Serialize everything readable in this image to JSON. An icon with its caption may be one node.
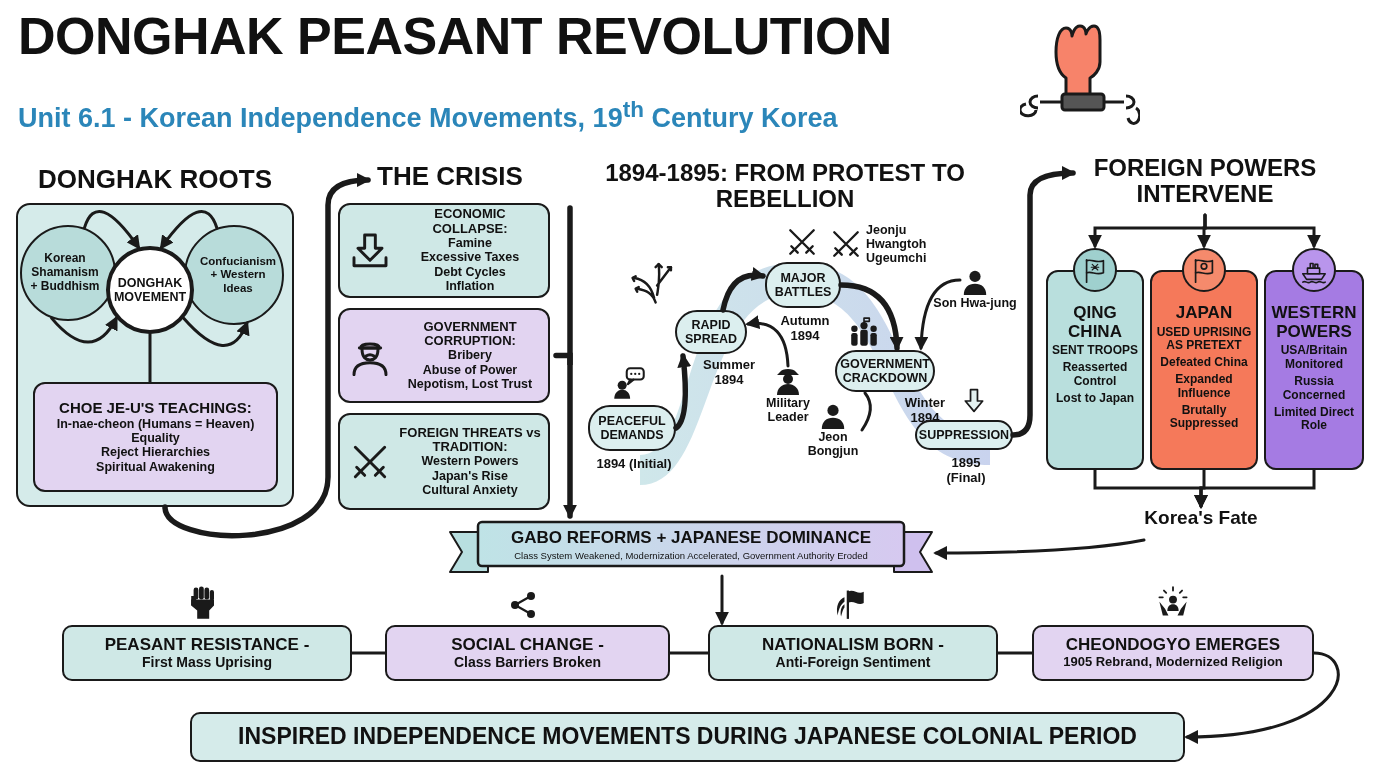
{
  "diagram": {
    "title": "DONGHAK PEASANT REVOLUTION",
    "nodes": [
      {
        "text": [
          "DONGHAK ROOTS"
        ]
      },
      {
        "text": [
          "Korean Shamanism + Buddhism"
        ],
        "in": 0
      },
      {
        "text": [
          "Confucianism + Western Ideas"
        ],
        "in": 0
      },
      {
        "text": [
          "DONGHAK MOVEMENT"
        ],
        "in": 0
      },
      {
        "text": [
          "CHOE JE-U'S TEACHINGS:",
          "In-nae-cheon (Humans = Heaven)",
          "Equality",
          "Reject Hierarchies",
          "Spiritual Awakening"
        ],
        "in": 0
      },
      {
        "text": [
          "THE CRISIS"
        ]
      },
      {
        "text": [
          "ECONOMIC COLLAPSE:",
          "Famine",
          "Excessive Taxes",
          "Debt Cycles",
          "Inflation"
        ]
      },
      {
        "text": [
          "GOVERNMENT CORRUPTION:",
          "Bribery",
          "Abuse of Power",
          "Nepotism, Lost Trust"
        ]
      },
      {
        "text": [
          "FOREIGN THREATS vs TRADITION:",
          "Western Powers",
          "Japan's Rise",
          "Cultural Anxiety"
        ]
      },
      {
        "text": [
          "PEACEFUL DEMANDS"
        ],
        "beside": [
          "1894 (Initial)"
        ]
      },
      {
        "text": [
          "RAPID SPREAD"
        ],
        "beside": [
          "Summer 1894"
        ]
      },
      {
        "text": [
          "MAJOR BATTLES"
        ],
        "beside": [
          "Autumn 1894"
        ]
      },
      {
        "text": [
          "GOVERNMENT CRACKDOWN"
        ],
        "beside": [
          "Winter 1894"
        ]
      },
      {
        "text": [
          "SUPPRESSION"
        ],
        "beside": [
          "1895 (Final)"
        ]
      },
      {
        "text": [
          "Military Leader"
        ]
      },
      {
        "text": [
          "Son Hwa-jung"
        ]
      },
      {
        "text": [
          "Jeon Bongjun"
        ]
      },
      {
        "text": [
          "FOREIGN POWERS INTERVENE"
        ]
      },
      {
        "text": [
          "QING CHINA",
          "SENT TROOPS",
          "Reasserted Control",
          "Lost to Japan"
        ]
      },
      {
        "text": [
          "JAPAN",
          "USED UPRISING AS PRETEXT",
          "Defeated China",
          "Expanded Influence",
          "Brutally Suppressed"
        ]
      },
      {
        "text": [
          "WESTERN POWERS",
          "USA/Britain Monitored",
          "Russia Concerned",
          "Limited Direct Role"
        ]
      },
      {
        "text": [
          "Korea's Fate"
        ]
      },
      {
        "text": [
          "GABO REFORMS + JAPANESE DOMINANCE",
          "Class System Weakened, Modernization Accelerated, Government Authority Eroded"
        ]
      },
      {
        "text": [
          "PEASANT RESISTANCE -",
          "First Mass Uprising"
        ]
      },
      {
        "text": [
          "SOCIAL CHANGE -",
          "Class Barriers Broken"
        ]
      },
      {
        "text": [
          "NATIONALISM BORN -",
          "Anti-Foreign Sentiment"
        ]
      },
      {
        "text": [
          "CHEONDOGYO EMERGES",
          "1905 Rebrand, Modernized Religion"
        ]
      },
      {
        "text": [
          "INSPIRED INDEPENDENCE MOVEMENTS DURING JAPANESE COLONIAL PERIOD"
        ]
      }
    ],
    "edges": [
      {
        "from": 1,
        "to": 3,
        "arrow": "to"
      },
      {
        "from": 2,
        "to": 3,
        "arrow": "to"
      },
      {
        "from": 1,
        "to": 3,
        "arrow": "to"
      },
      {
        "from": 3,
        "to": 2,
        "arrow": "to"
      },
      {
        "from": 3,
        "to": 4,
        "arrow": "none"
      },
      {
        "from": 0,
        "to": 5,
        "arrow": "to",
        "style": "thick"
      },
      {
        "from": 7,
        "to": 22,
        "arrow": "to",
        "style": "thick"
      },
      {
        "from": 9,
        "to": 10,
        "arrow": "to",
        "style": "thick"
      },
      {
        "from": 10,
        "to": 11,
        "arrow": "to",
        "style": "thick"
      },
      {
        "from": 11,
        "to": 12,
        "arrow": "to",
        "style": "thick"
      },
      {
        "from": 14,
        "to": 10,
        "arrow": "to"
      },
      {
        "from": 15,
        "to": 12,
        "arrow": "to"
      },
      {
        "from": 16,
        "to": 12,
        "arrow": "none"
      },
      {
        "from": 13,
        "to": 17,
        "arrow": "to",
        "style": "thick"
      },
      {
        "from": 17,
        "to": 18,
        "arrow": "to"
      },
      {
        "from": 17,
        "to": 19,
        "arrow": "to"
      },
      {
        "from": 17,
        "to": 20,
        "arrow": "to"
      },
      {
        "from": 18,
        "to": 21,
        "arrow": "to"
      },
      {
        "from": 19,
        "to": 21,
        "arrow": "to"
      },
      {
        "from": 20,
        "to": 21,
        "arrow": "to"
      },
      {
        "from": 21,
        "to": 22,
        "arrow": "to"
      },
      {
        "from": 22,
        "to": 25,
        "arrow": "to"
      },
      {
        "from": 23,
        "to": 24,
        "arrow": "none"
      },
      {
        "from": 24,
        "to": 25,
        "arrow": "none"
      },
      {
        "from": 25,
        "to": 26,
        "arrow": "none"
      },
      {
        "from": 26,
        "to": 27,
        "arrow": "to"
      }
    ],
    "labels": [
      "Unit 6.1 - Korean Independence Movements, 19$^{th}$ Century Korea",
      "1894-1895: FROM PROTEST TO REBELLION",
      "Jeonju Hwangtoh Ugeumchi"
    ]
  }
}
